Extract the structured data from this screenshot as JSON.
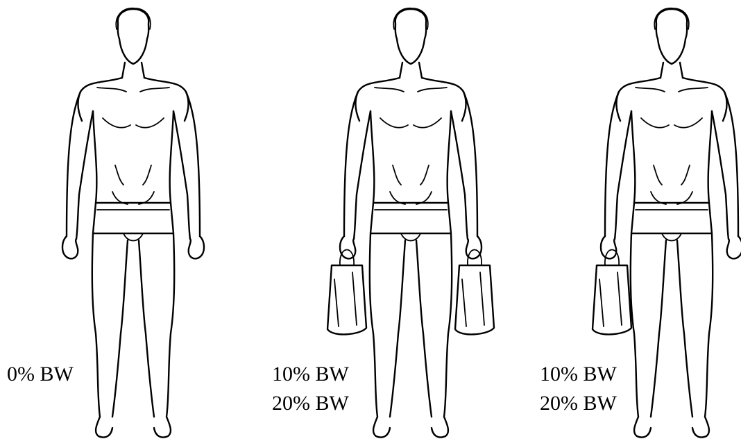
{
  "figures": [
    {
      "id": "fig-1",
      "bags": "none",
      "labels": [
        "0% BW"
      ]
    },
    {
      "id": "fig-2",
      "bags": "both",
      "labels": [
        "10% BW",
        "20% BW"
      ]
    },
    {
      "id": "fig-3",
      "bags": "right-hand",
      "labels": [
        "10% BW",
        "20% BW"
      ]
    }
  ],
  "colors": {
    "line": "#000000",
    "background": "#ffffff"
  }
}
